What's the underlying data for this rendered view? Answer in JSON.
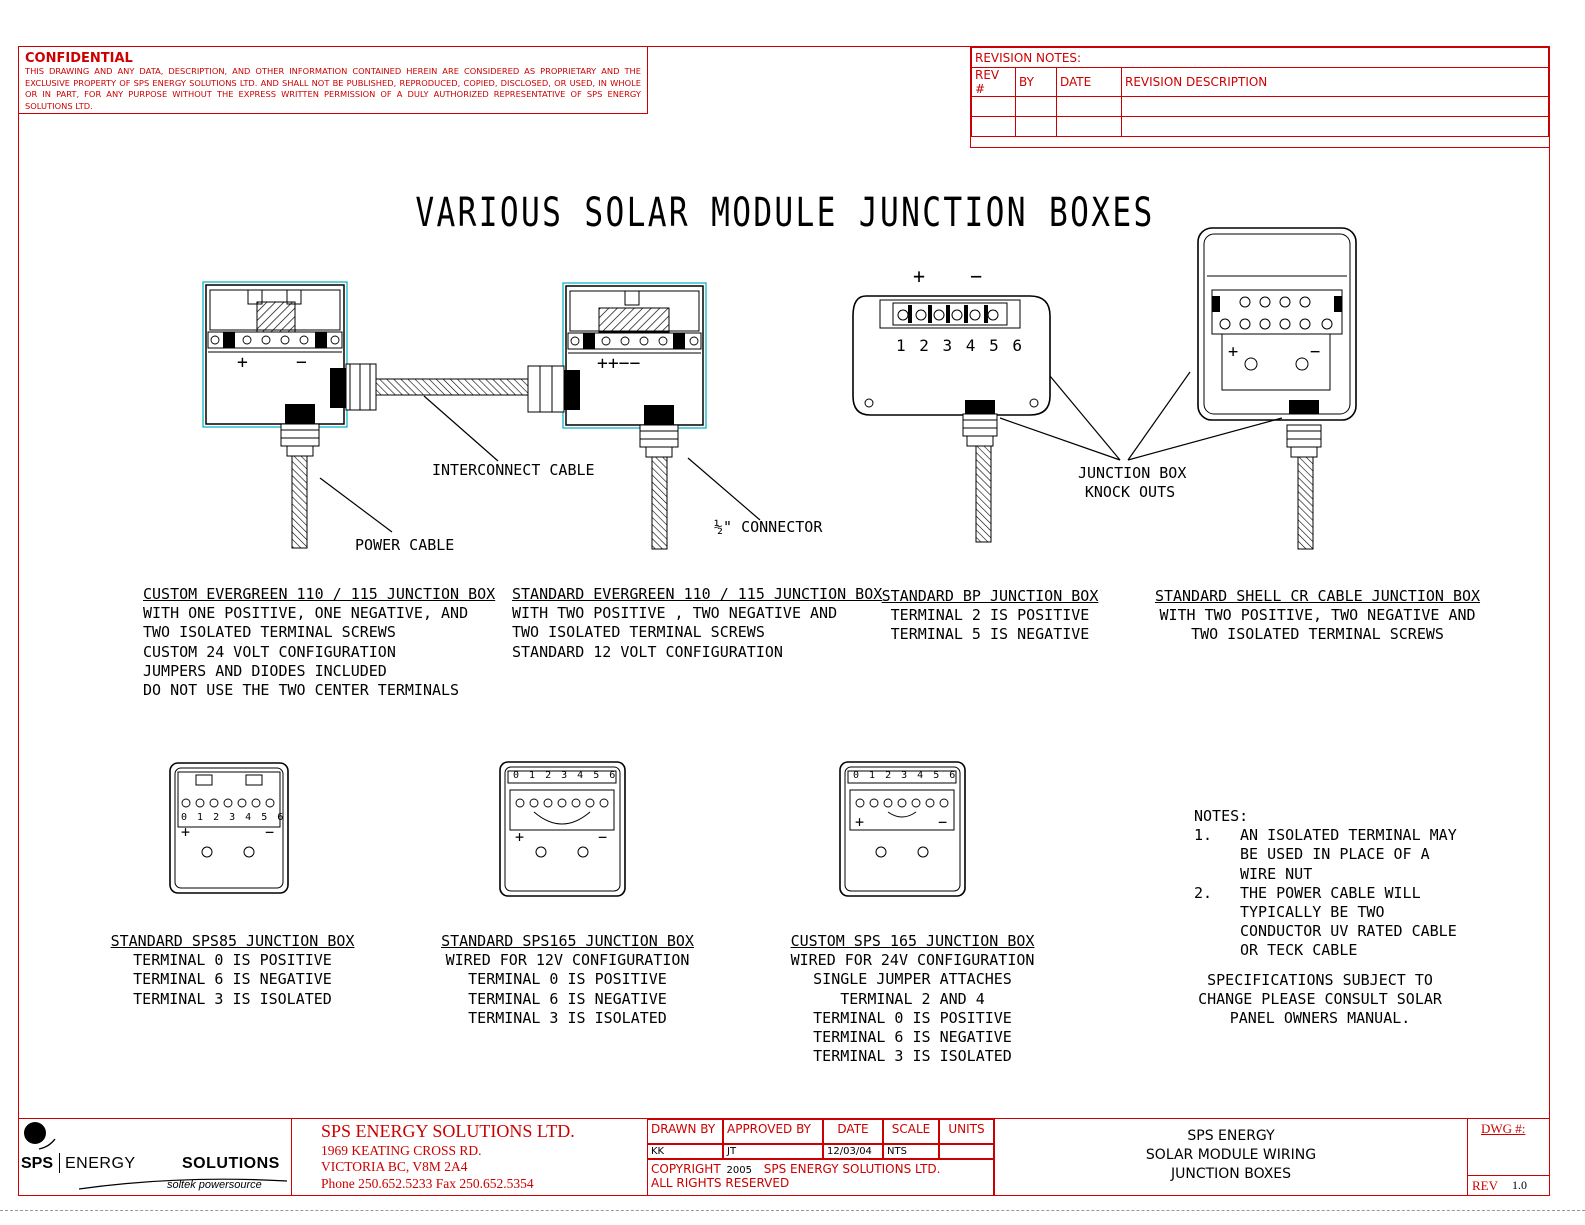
{
  "confidential": {
    "heading": "CONFIDENTIAL",
    "text": "THIS DRAWING AND ANY DATA, DESCRIPTION, AND OTHER INFORMATION CONTAINED HEREIN ARE CONSIDERED AS PROPRIETARY AND THE EXCLUSIVE PROPERTY OF SPS ENERGY SOLUTIONS LTD. AND SHALL NOT BE PUBLISHED, REPRODUCED, COPIED, DISCLOSED, OR USED, IN WHOLE OR IN PART, FOR ANY PURPOSE WITHOUT THE EXPRESS WRITTEN PERMISSION OF A DULY AUTHORIZED REPRESENTATIVE OF SPS ENERGY SOLUTIONS LTD."
  },
  "revision": {
    "title": "REVISION NOTES:",
    "headers": [
      "REV #",
      "BY",
      "DATE",
      "REVISION DESCRIPTION"
    ]
  },
  "title": "VARIOUS SOLAR MODULE JUNCTION BOXES",
  "labels": {
    "interconnect": "INTERCONNECT CABLE",
    "power_cable": "POWER CABLE",
    "connector": "½\" CONNECTOR",
    "knockouts_1": "JUNCTION BOX",
    "knockouts_2": "KNOCK OUTS",
    "plus": "+",
    "minus": "−",
    "plusplus": "++−−",
    "bp_terms": "1 2 3 4 5 6",
    "terms06": "0 1 2 3 4 5 6"
  },
  "boxes_top": [
    {
      "title": "CUSTOM EVERGREEN 110 / 115 JUNCTION BOX",
      "lines": [
        "WITH ONE POSITIVE, ONE NEGATIVE, AND",
        "TWO ISOLATED TERMINAL SCREWS",
        "CUSTOM 24 VOLT CONFIGURATION",
        "JUMPERS AND DIODES INCLUDED",
        "DO NOT USE THE TWO CENTER TERMINALS"
      ]
    },
    {
      "title": "STANDARD EVERGREEN 110 / 115 JUNCTION BOX",
      "lines": [
        "WITH TWO POSITIVE , TWO NEGATIVE AND",
        "TWO ISOLATED TERMINAL SCREWS",
        "STANDARD 12 VOLT CONFIGURATION"
      ]
    },
    {
      "title": "STANDARD BP JUNCTION BOX",
      "lines": [
        "TERMINAL 2 IS POSITIVE",
        "TERMINAL 5 IS NEGATIVE"
      ]
    },
    {
      "title": "STANDARD SHELL CR CABLE JUNCTION BOX",
      "lines": [
        "WITH TWO POSITIVE, TWO NEGATIVE AND",
        "TWO ISOLATED TERMINAL SCREWS"
      ]
    }
  ],
  "boxes_bottom": [
    {
      "title": "STANDARD SPS85 JUNCTION BOX",
      "lines": [
        "TERMINAL 0 IS POSITIVE",
        "TERMINAL 6 IS NEGATIVE",
        "TERMINAL 3 IS ISOLATED"
      ]
    },
    {
      "title": "STANDARD SPS165 JUNCTION BOX",
      "lines": [
        "WIRED FOR 12V CONFIGURATION",
        "TERMINAL 0 IS POSITIVE",
        "TERMINAL 6 IS NEGATIVE",
        "TERMINAL 3 IS ISOLATED"
      ]
    },
    {
      "title": "CUSTOM SPS 165 JUNCTION BOX",
      "lines": [
        "WIRED FOR 24V CONFIGURATION",
        "SINGLE JUMPER ATTACHES",
        "TERMINAL 2 AND 4",
        "TERMINAL 0 IS POSITIVE",
        "TERMINAL 6 IS NEGATIVE",
        "TERMINAL 3 IS ISOLATED"
      ]
    }
  ],
  "notes": {
    "heading": "NOTES:",
    "n1_num": "1.",
    "n1": [
      "AN ISOLATED TERMINAL MAY",
      "BE USED IN PLACE OF A",
      "WIRE NUT"
    ],
    "n2_num": "2.",
    "n2": [
      "THE POWER CABLE WILL",
      "TYPICALLY BE TWO",
      "CONDUCTOR UV RATED CABLE",
      "OR TECK CABLE"
    ],
    "spec": [
      "SPECIFICATIONS SUBJECT TO",
      "CHANGE PLEASE CONSULT SOLAR",
      "PANEL OWNERS MANUAL."
    ]
  },
  "title_block": {
    "logo_sps": "SPS",
    "logo_energy": "ENERGY",
    "logo_solutions": "SOLUTIONS",
    "logo_tag": "soltek powersource",
    "company": "SPS ENERGY SOLUTIONS LTD.",
    "address1": "1969 KEATING CROSS RD.",
    "address2": "VICTORIA BC, V8M 2A4",
    "phone": "Phone 250.652.5233  Fax 250.652.5354",
    "drawn_by_label": "DRAWN BY",
    "approved_by_label": "APPROVED BY",
    "date_label": "DATE",
    "scale_label": "SCALE",
    "units_label": "UNITS",
    "drawn_by": "KK",
    "approved_by": "JT",
    "date": "12/03/04",
    "scale": "NTS",
    "copyright": "COPYRIGHT",
    "copyright_year": "2005",
    "copyright_owner": "SPS ENERGY SOLUTIONS LTD.",
    "rights": "ALL RIGHTS RESERVED",
    "drawing_title": [
      "SPS ENERGY",
      "SOLAR MODULE WIRING",
      "JUNCTION BOXES"
    ],
    "dwg_label": "DWG #:",
    "rev_label": "REV",
    "rev_value": "1.0"
  }
}
